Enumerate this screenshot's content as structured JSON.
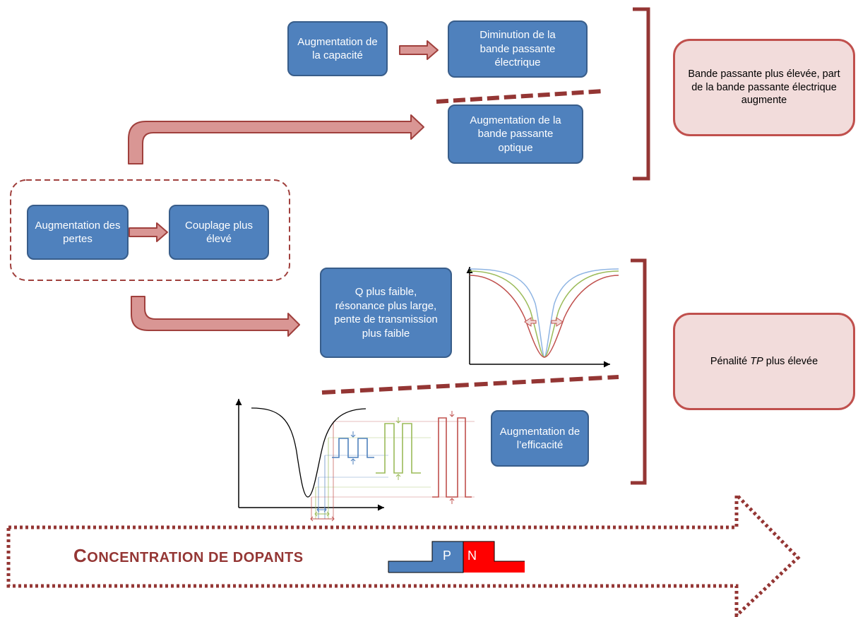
{
  "boxes": {
    "augmentation_capacite": "Augmentation de la capacité",
    "diminution_bande_electrique": "Diminution de la bande passante électrique",
    "augmentation_bande_optique": "Augmentation de la bande passante optique",
    "augmentation_pertes": "Augmentation des pertes",
    "couplage_plus_eleve": "Couplage plus élevé",
    "q_plus_faible": "Q plus faible, résonance plus large, pente de transmission plus faible",
    "augmentation_efficacite": "Augmentation de l’efficacité"
  },
  "results": {
    "bande_passante_plus_elevee": "Bande passante plus élevée, part de la bande passante électrique augmente",
    "penalite_prefix": "Pénalité ",
    "penalite_italic": "TP",
    "penalite_suffix": " plus élevée"
  },
  "concentration": {
    "first_letter": "C",
    "rest": "ONCENTRATION DE DOPANTS",
    "p_label": "P",
    "n_label": "N"
  },
  "colors": {
    "box_fill": "#4f81bd",
    "box_border": "#385d8a",
    "result_fill": "#f2dcdb",
    "result_border": "#c0504d",
    "arrow_fill": "#d99694",
    "arrow_border": "#a0403d",
    "dark_red": "#943634",
    "p_region": "#4f81bd",
    "n_region": "#ff0000"
  }
}
